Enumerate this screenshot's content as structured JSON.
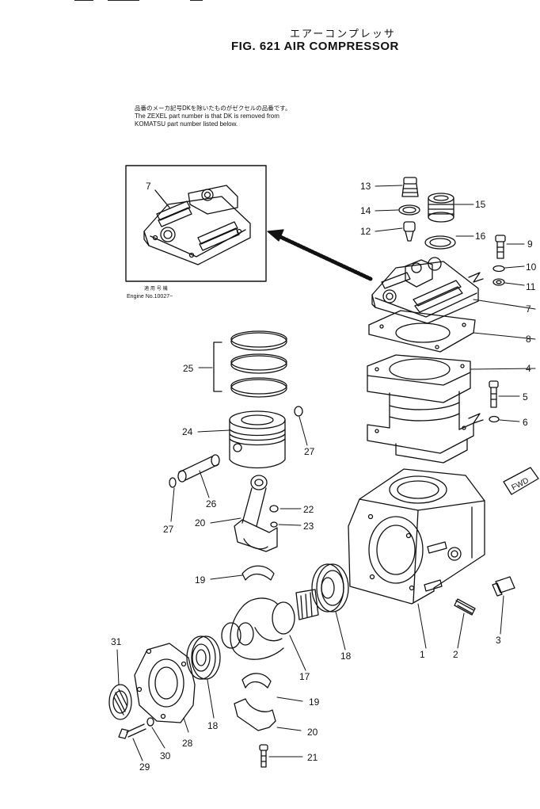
{
  "header": {
    "title_jp": "エアーコンプレッサ",
    "title_en": "FIG. 621  AIR COMPRESSOR"
  },
  "note": {
    "line_jp": "品番のメーカ記号DKを除いたものがゼクセルの品番です。",
    "line1": "The ZEXEL part number is that DK is removed from",
    "line2": "KOMATSU part number listed below."
  },
  "inset": {
    "caption_jp": "適 用 号 機",
    "caption_en": "Engine No.10027~",
    "part_label": "7"
  },
  "fwd_label": "FWD",
  "parts": {
    "p1": "1",
    "p2": "2",
    "p3": "3",
    "p4": "4",
    "p5": "5",
    "p6": "6",
    "p7": "7",
    "p8": "8",
    "p9": "9",
    "p10": "10",
    "p11": "11",
    "p12": "12",
    "p13": "13",
    "p14": "14",
    "p15": "15",
    "p16": "16",
    "p17": "17",
    "p18a": "18",
    "p18b": "18",
    "p19a": "19",
    "p19b": "19",
    "p20a": "20",
    "p20b": "20",
    "p21": "21",
    "p22": "22",
    "p23": "23",
    "p24": "24",
    "p25": "25",
    "p26": "26",
    "p27a": "27",
    "p27b": "27",
    "p28": "28",
    "p29": "29",
    "p30": "30",
    "p31": "31"
  }
}
